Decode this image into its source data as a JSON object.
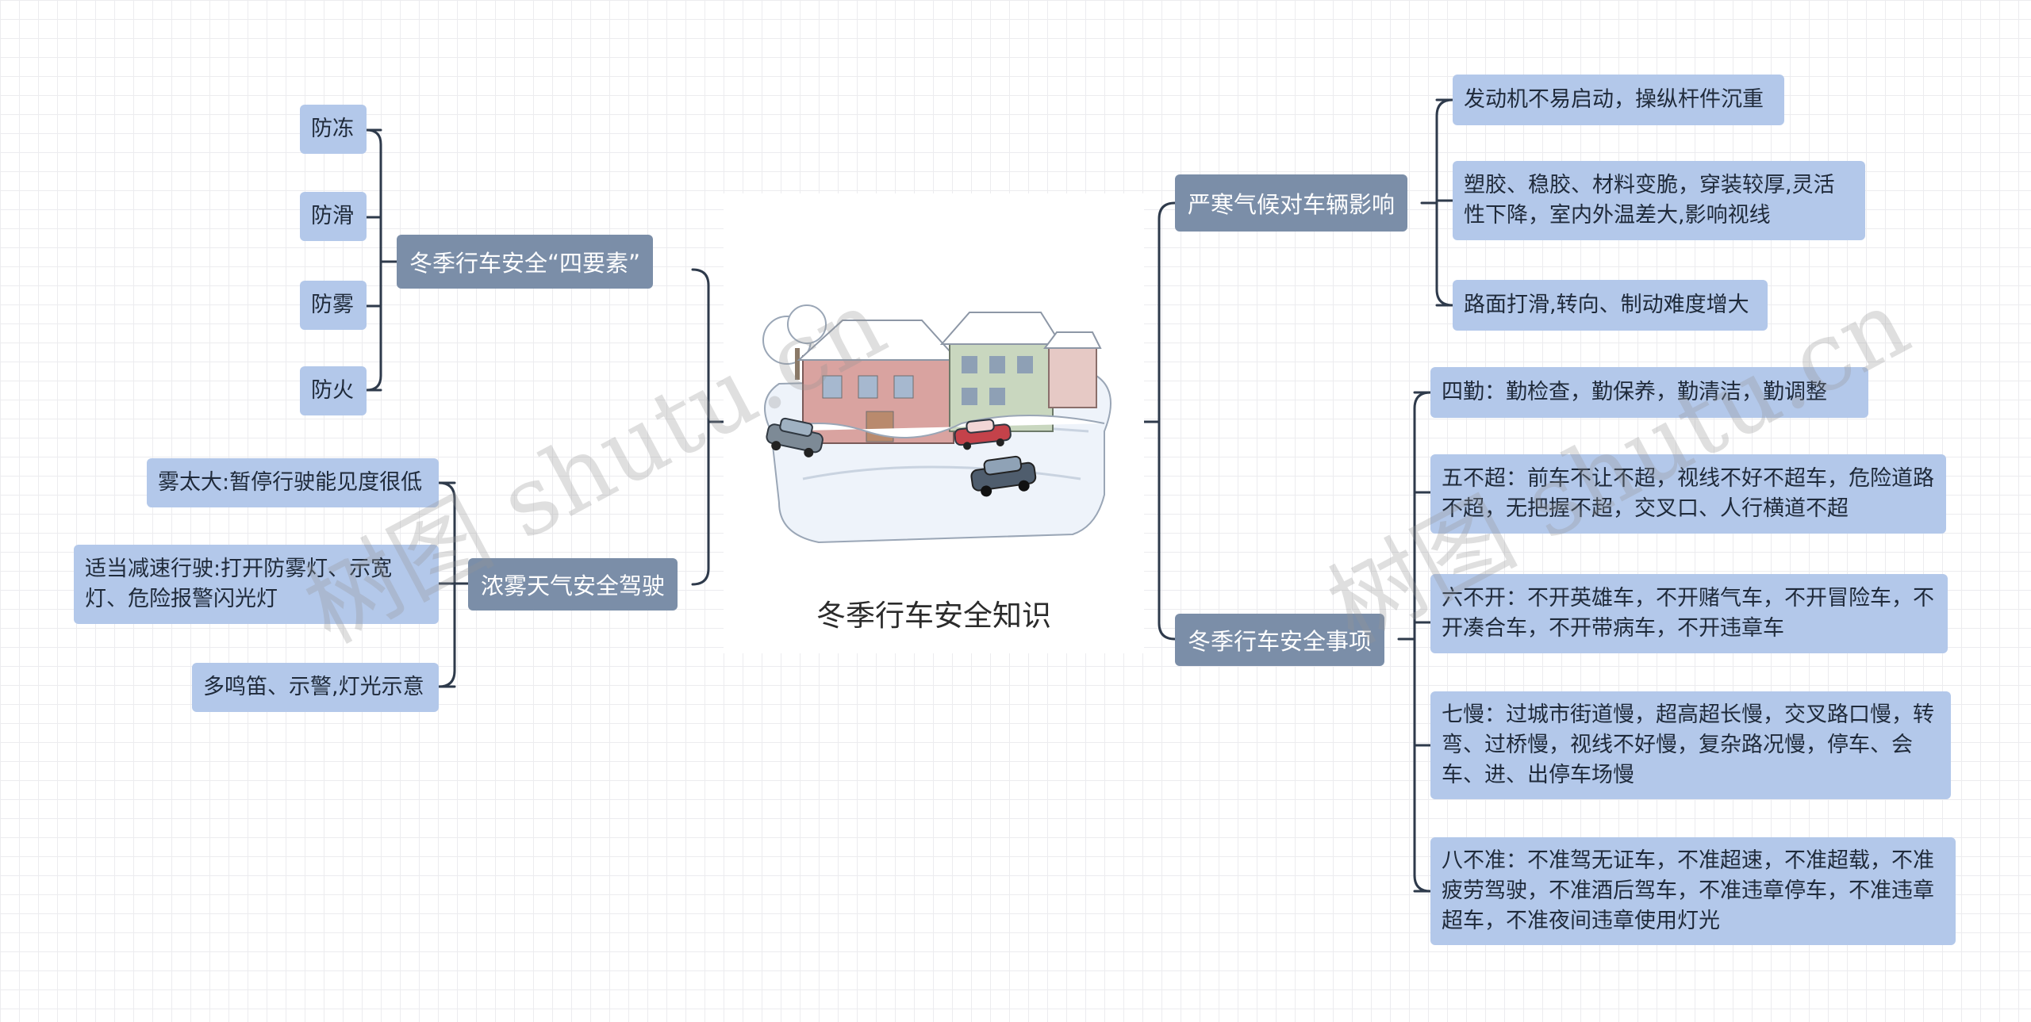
{
  "center": {
    "title": "冬季行车安全知识",
    "image": "snowy-village-illustration"
  },
  "left": [
    {
      "label": "冬季行车安全“四要素”",
      "children": [
        "防冻",
        "防滑",
        "防雾",
        "防火"
      ]
    },
    {
      "label": "浓雾天气安全驾驶",
      "children": [
        "雾太大:暂停行驶能见度很低",
        "适当减速行驶:打开防雾灯、示宽灯、危险报警闪光灯",
        "多鸣笛、示警,灯光示意"
      ]
    }
  ],
  "right": [
    {
      "label": "严寒气候对车辆影响",
      "children": [
        "发动机不易启动，操纵杆件沉重",
        "塑胶、稳胶、材料变脆，穿装较厚,灵活性下降，室内外温差大,影响视线",
        "路面打滑,转向、制动难度增大"
      ]
    },
    {
      "label": "冬季行车安全事项",
      "children": [
        "四勤：勤检查，勤保养，勤清洁，勤调整",
        "五不超：前车不让不超，视线不好不超车，危险道路不超，无把握不超，交叉口、人行横道不超",
        "六不开：不开英雄车，不开赌气车，不开冒险车，不开凑合车，不开带病车，不开违章车",
        "七慢：过城市街道慢，超高超长慢，交叉路口慢，转弯、过桥慢，视线不好慢，复杂路况慢，停车、会车、进、出停车场慢",
        "八不准：不准驾无证车，不准超速，不准超载，不准疲劳驾驶，不准酒后驾车，不准违章停车，不准违章超车，不准夜间违章使用灯光"
      ]
    }
  ],
  "watermark": "树图 shutu.cn",
  "colors": {
    "branch": "#7b8ea8",
    "leaf": "#b3c8ea",
    "line": "#2e3a4b"
  }
}
